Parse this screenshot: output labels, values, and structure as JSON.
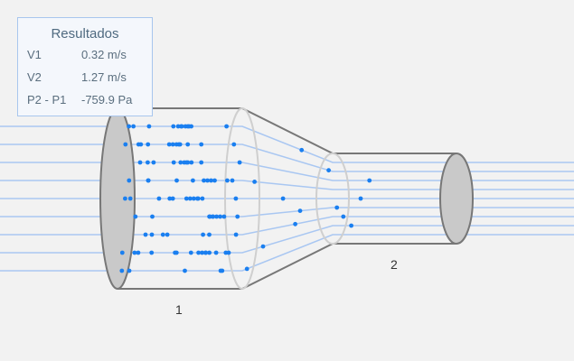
{
  "results": {
    "title": "Resultados",
    "rows": [
      {
        "label": "V1",
        "value": "0.32 m/s"
      },
      {
        "label": "V2",
        "value": "1.27 m/s"
      },
      {
        "label": "P2 - P1",
        "value": "-759.9 Pa"
      }
    ]
  },
  "sections": {
    "section1_label": "1",
    "section2_label": "2"
  },
  "colors": {
    "background": "#f2f2f2",
    "streamline": "#a9c7f2",
    "particle": "#1a7ff0",
    "pipe_outline": "#777777",
    "pipe_cap_fill": "#c9c9c9",
    "ring_outline": "#cccccc",
    "panel_border": "#a8c6ee"
  }
}
